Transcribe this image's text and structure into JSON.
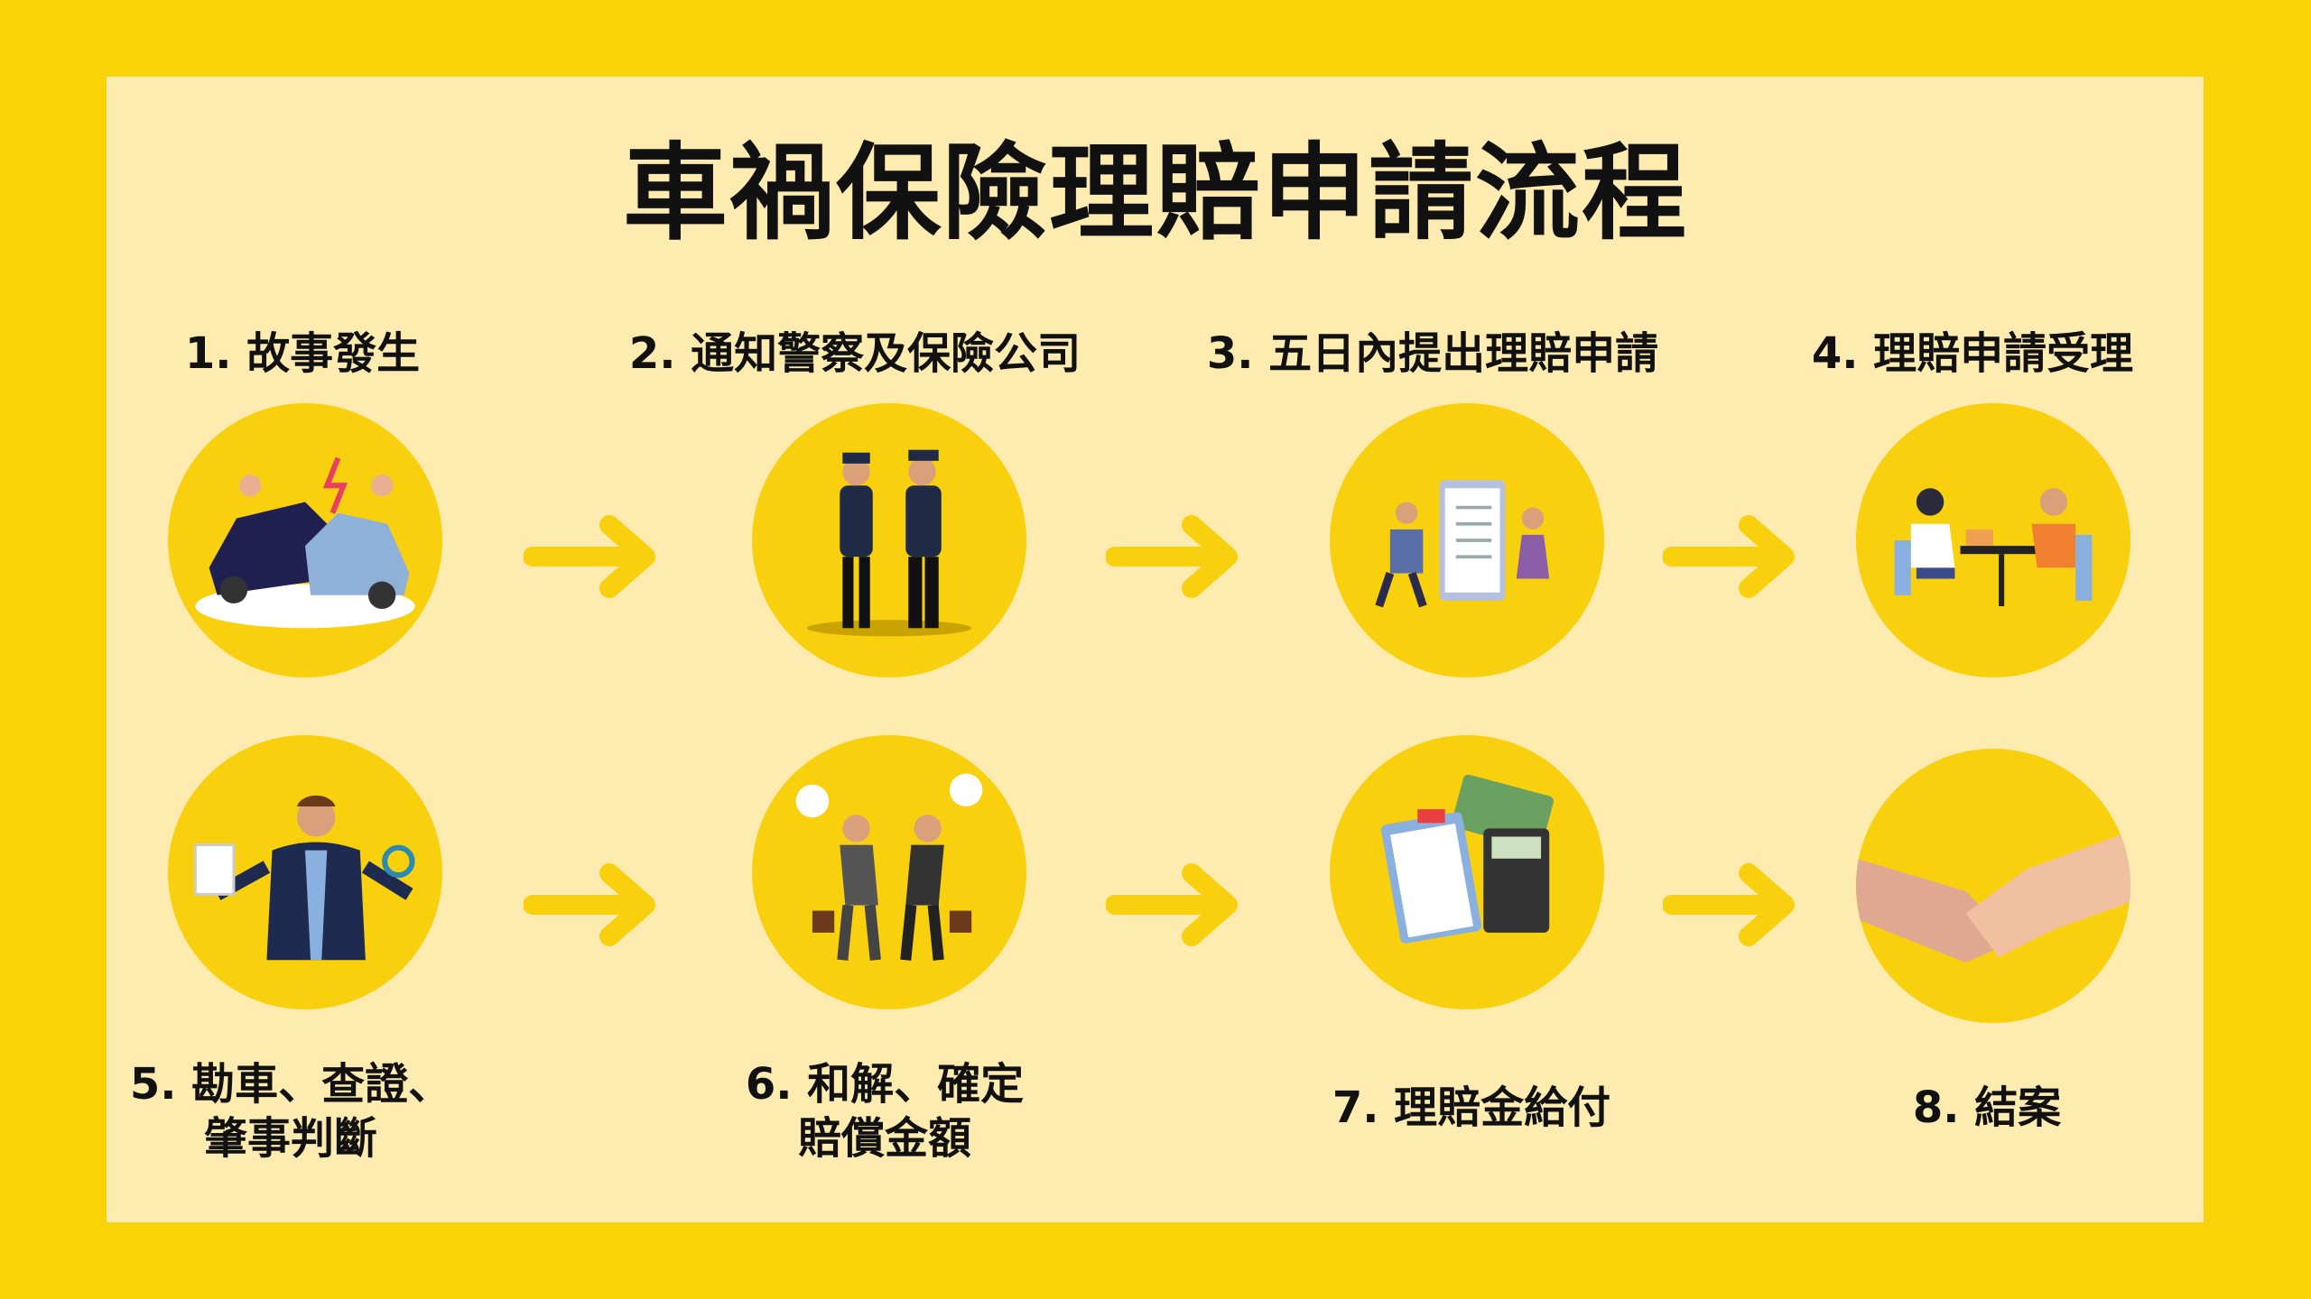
{
  "title": "車禍保險理賠申請流程",
  "colors": {
    "border": "#F9D208",
    "panel": "#FDEBB0",
    "accent": "#F9D00E"
  },
  "steps": [
    {
      "label": "1. 故事發生",
      "icon": "car-accident-icon"
    },
    {
      "label": "2. 通知警察及保險公司",
      "icon": "police-officers-icon"
    },
    {
      "label": "3. 五日內提出理賠申請",
      "icon": "claim-form-icon"
    },
    {
      "label": "4. 理賠申請受理",
      "icon": "meeting-icon"
    },
    {
      "label_line1": "5. 勘車、查證、",
      "label_line2": "肇事判斷",
      "icon": "investigator-icon"
    },
    {
      "label_line1": "6. 和解、確定",
      "label_line2": "賠償金額",
      "icon": "business-handshake-icon"
    },
    {
      "label": "7. 理賠金給付",
      "icon": "payment-calculator-icon"
    },
    {
      "label": "8. 結案",
      "icon": "handshake-icon"
    }
  ]
}
